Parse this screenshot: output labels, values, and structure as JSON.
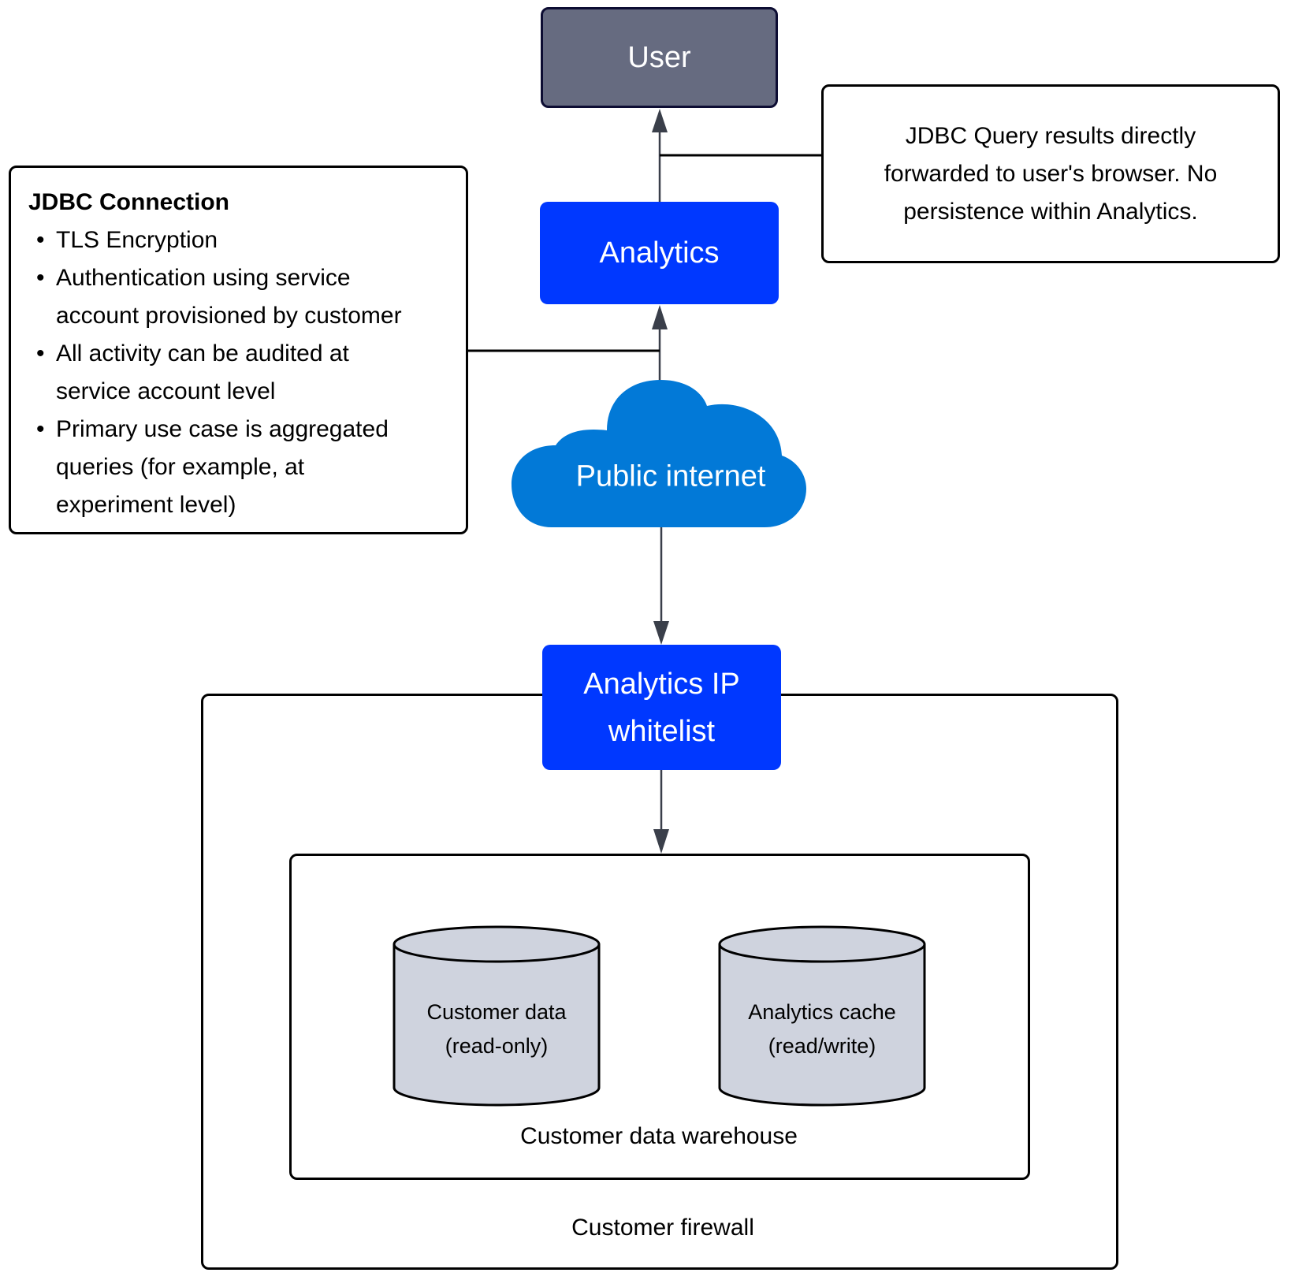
{
  "nodes": {
    "user": "User",
    "analytics": "Analytics",
    "public_internet": "Public internet",
    "ip_whitelist": [
      "Analytics IP",
      "whitelist"
    ]
  },
  "jdbc_note": {
    "title": "JDBC Connection",
    "bullets": [
      [
        "TLS Encryption"
      ],
      [
        "Authentication using service",
        "account provisioned by customer"
      ],
      [
        "All activity can be audited at",
        "service account level"
      ],
      [
        "Primary use case is aggregated",
        "queries (for example, at",
        "experiment level)"
      ]
    ]
  },
  "results_note": {
    "lines": [
      "JDBC Query results directly",
      "forwarded to user's browser. No",
      "persistence within Analytics."
    ]
  },
  "databases": [
    {
      "line1": "Customer data",
      "line2": "(read-only)"
    },
    {
      "line1": "Analytics cache",
      "line2": "(read/write)"
    }
  ],
  "containers": {
    "warehouse": "Customer data warehouse",
    "firewall": "Customer firewall"
  },
  "colors": {
    "user_fill": "#666b80",
    "analytics_blue": "#0038ff",
    "cloud_blue": "#0279d7",
    "db_fill": "#cfd3de",
    "arrow": "#3a3f4a"
  }
}
